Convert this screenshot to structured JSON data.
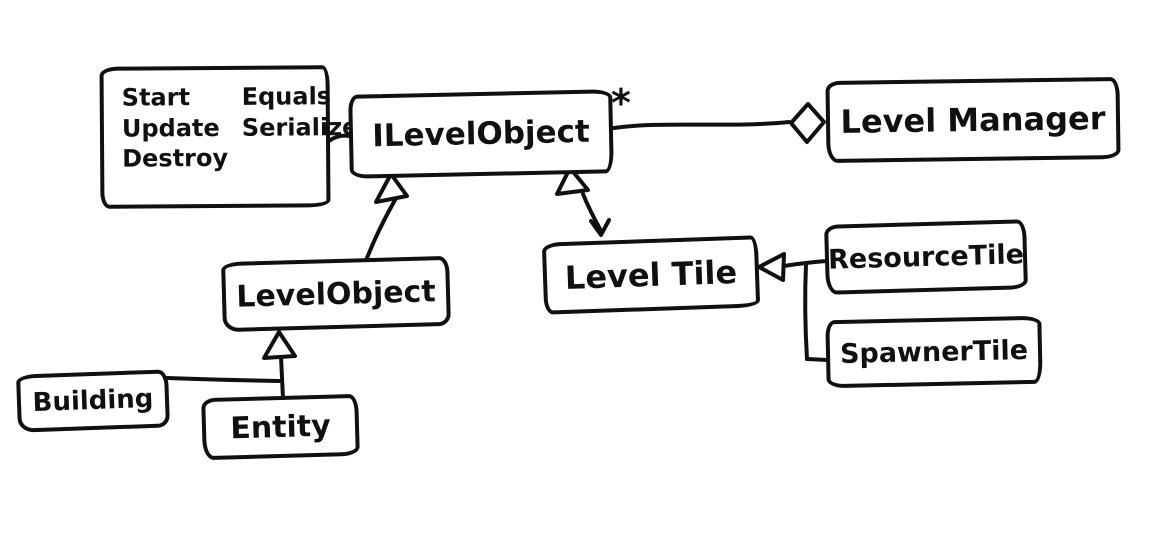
{
  "diagram": {
    "kind": "uml-class-diagram",
    "style": "hand-drawn",
    "ink_color": "#101010",
    "background_color": "#ffffff",
    "interface_methods": {
      "col1": [
        "Start",
        "Update",
        "Destroy"
      ],
      "col2": [
        "Equals",
        "Serialize"
      ]
    },
    "nodes": {
      "ilevelobject": "ILevelObject",
      "levelmanager": "Level Manager",
      "levelobject": "LevelObject",
      "leveltile": "Level Tile",
      "resourcetile": "ResourceTile",
      "spawnertile": "SpawnerTile",
      "building": "Building",
      "entity": "Entity"
    },
    "multiplicity_star": "*",
    "relations": [
      {
        "from": "ILevelObject",
        "to": "Level Manager",
        "type": "aggregation",
        "multiplicity": "*"
      },
      {
        "from": "LevelObject",
        "to": "ILevelObject",
        "type": "inheritance"
      },
      {
        "from": "Level Tile",
        "to": "ILevelObject",
        "type": "inheritance"
      },
      {
        "from": "ResourceTile",
        "to": "Level Tile",
        "type": "inheritance"
      },
      {
        "from": "SpawnerTile",
        "to": "Level Tile",
        "type": "inheritance"
      },
      {
        "from": "Building",
        "to": "LevelObject",
        "type": "inheritance"
      },
      {
        "from": "Entity",
        "to": "LevelObject",
        "type": "inheritance"
      },
      {
        "from": "methods-note",
        "to": "ILevelObject",
        "type": "note-link"
      }
    ]
  }
}
